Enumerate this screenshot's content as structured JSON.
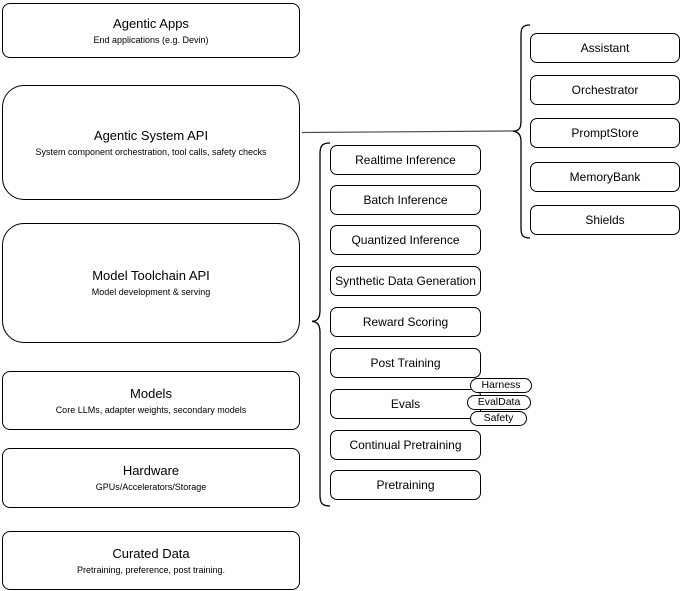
{
  "layers": [
    {
      "title": "Agentic Apps",
      "subtitle": "End applications (e.g. Devin)"
    },
    {
      "title": "Agentic System API",
      "subtitle": "System component orchestration, tool calls, safety checks"
    },
    {
      "title": "Model Toolchain API",
      "subtitle": "Model development & serving"
    },
    {
      "title": "Models",
      "subtitle": "Core LLMs, adapter weights, secondary models"
    },
    {
      "title": "Hardware",
      "subtitle": "GPUs/Accelerators/Storage"
    },
    {
      "title": "Curated Data",
      "subtitle": "Pretraining, preference, post training."
    }
  ],
  "toolchain_services": [
    "Realtime Inference",
    "Batch Inference",
    "Quantized Inference",
    "Synthetic Data Generation",
    "Reward Scoring",
    "Post Training",
    "Evals",
    "Continual Pretraining",
    "Pretraining"
  ],
  "evals_tags": [
    "Harness",
    "EvalData",
    "Safety"
  ],
  "system_components": [
    "Assistant",
    "Orchestrator",
    "PromptStore",
    "MemoryBank",
    "Shields"
  ],
  "colors": {
    "background": "#ffffff",
    "box_fill": "#ffffff",
    "box_border": "#000000",
    "connector": "#4d4d4d",
    "text": "#000000"
  }
}
